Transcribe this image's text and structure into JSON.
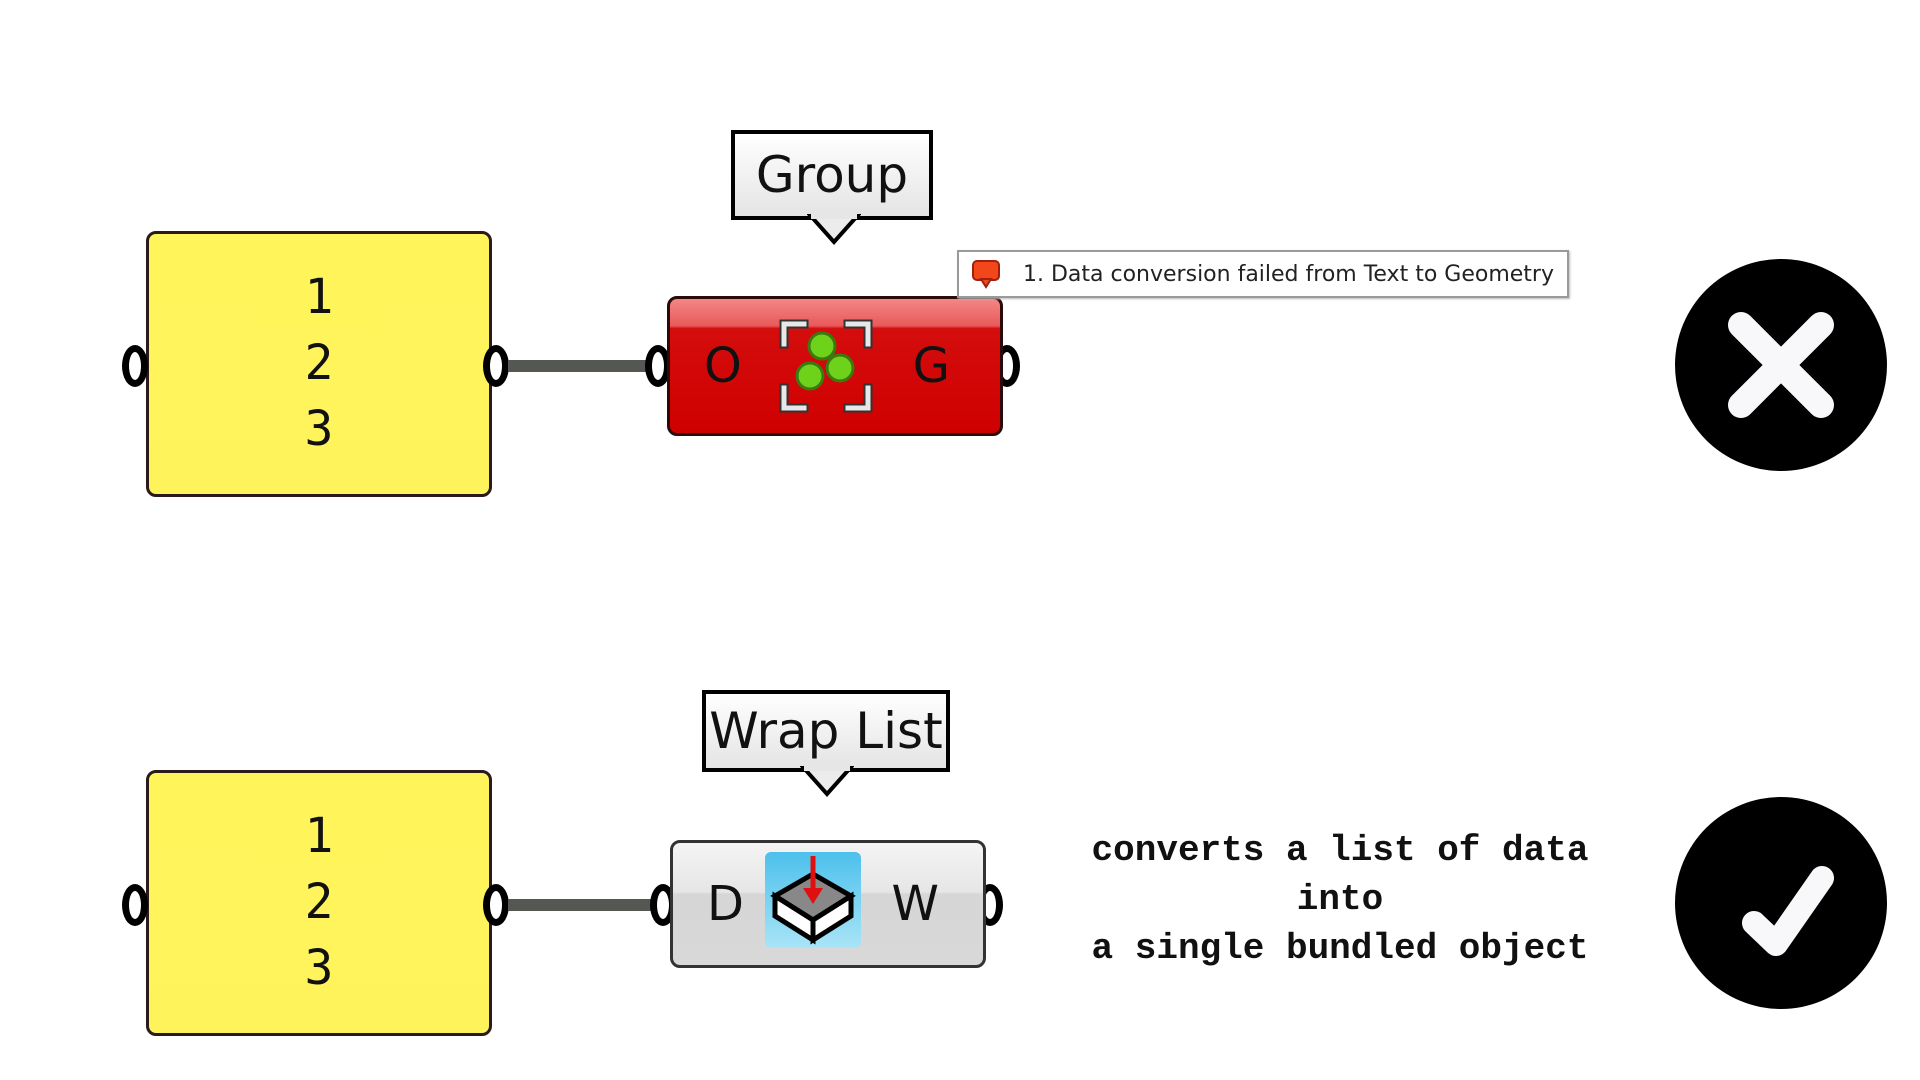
{
  "top_example": {
    "panel_values": [
      "1",
      "2",
      "3"
    ],
    "component": {
      "name": "Group",
      "input_label": "O",
      "output_label": "G",
      "state": "error",
      "color": "#d00000"
    },
    "error_message": "1. Data conversion failed from Text to Geometry",
    "result_icon": "x-circle-icon"
  },
  "bottom_example": {
    "panel_values": [
      "1",
      "2",
      "3"
    ],
    "component": {
      "name": "Wrap List",
      "input_label": "D",
      "output_label": "W",
      "state": "ok",
      "color": "#d8d8d8"
    },
    "description": [
      "converts a list of data",
      "into",
      "a single bundled object"
    ],
    "result_icon": "check-circle-icon"
  },
  "colors": {
    "panel": "#fff35c",
    "wire": "#555753",
    "error": "#d00000",
    "icon_accent": "#5fc8ec"
  }
}
